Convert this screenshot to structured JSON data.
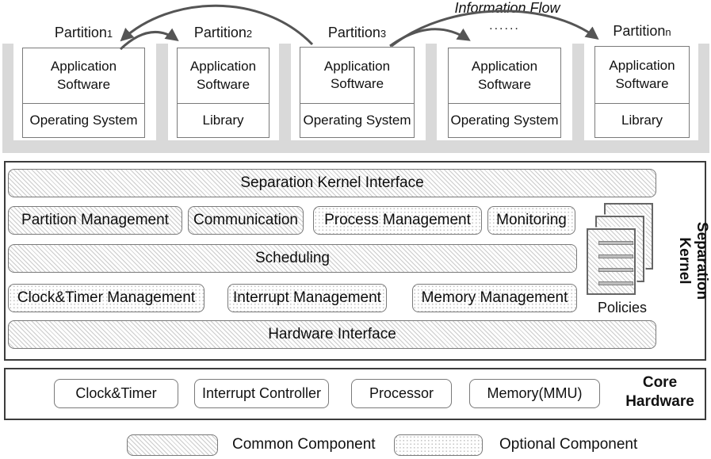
{
  "flow": {
    "label": "Information Flow",
    "ellipsis": "......"
  },
  "partitions": [
    {
      "title": "Partition",
      "sub": "1",
      "app": "Application Software",
      "base": "Operating System"
    },
    {
      "title": "Partition",
      "sub": "2",
      "app": "Application Software",
      "base": "Library"
    },
    {
      "title": "Partition",
      "sub": "3",
      "app": "Application Software",
      "base": "Operating System"
    },
    {
      "title": "",
      "sub": "",
      "app": "Application Software",
      "base": "Operating System"
    },
    {
      "title": "Partition",
      "sub": "n",
      "app": "Application Software",
      "base": "Library"
    }
  ],
  "separation_kernel": {
    "title_line1": "Separation",
    "title_line2": "Kernel",
    "interface": "Separation Kernel Interface",
    "partition_management": "Partition Management",
    "communication": "Communication",
    "process_management": "Process Management",
    "monitoring": "Monitoring",
    "scheduling": "Scheduling",
    "clock_timer_management": "Clock&Timer Management",
    "interrupt_management": "Interrupt Management",
    "memory_management": "Memory Management",
    "hardware_interface": "Hardware Interface",
    "policies": "Policies"
  },
  "core_hardware": {
    "title_line1": "Core",
    "title_line2": "Hardware",
    "clock_timer": "Clock&Timer",
    "interrupt_controller": "Interrupt Controller",
    "processor": "Processor",
    "memory_mmu": "Memory(MMU)"
  },
  "legend": {
    "common": "Common Component",
    "optional": "Optional Component"
  },
  "colors": {
    "tray_gray": "#d9d9d9",
    "box_border": "#7a7a7a",
    "frame_border": "#3c3c3c",
    "arrow": "#555555",
    "hatch_line": "#cbcbcb",
    "dot": "#c2c2c2"
  }
}
